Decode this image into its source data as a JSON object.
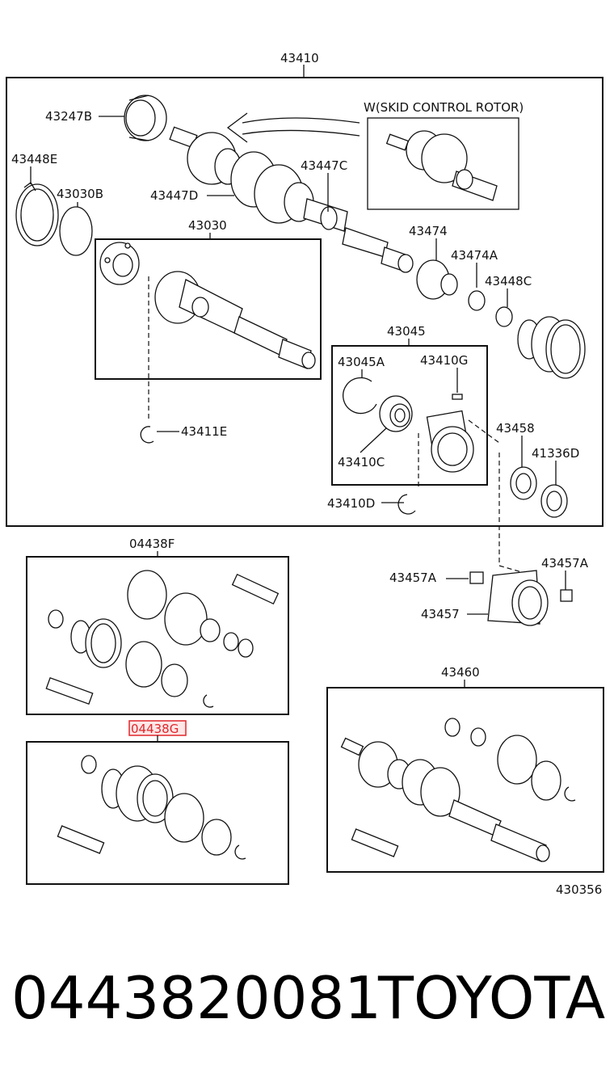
{
  "labels": {
    "l43410": "43410",
    "l43247B": "43247B",
    "l43448E": "43448E",
    "l43030B": "43030B",
    "l43447C": "43447C",
    "l43447D": "43447D",
    "lW": "W(SKID CONTROL ROTOR)",
    "l43030": "43030",
    "l43474": "43474",
    "l43474A": "43474A",
    "l43448C": "43448C",
    "l43045": "43045",
    "l43045A": "43045A",
    "l43410G": "43410G",
    "l43411E": "43411E",
    "l43410C": "43410C",
    "l43458": "43458",
    "l41336D": "41336D",
    "l43410D": "43410D",
    "l04438F": "04438F",
    "l43457A_left": "43457A",
    "l43457A_right": "43457A",
    "l43457": "43457",
    "l04438G": "04438G",
    "l43460": "43460",
    "l430356": "430356"
  },
  "highlight_color": "#e0262b",
  "footer": {
    "part_number": "0443820081",
    "brand": "TOYOTA"
  }
}
